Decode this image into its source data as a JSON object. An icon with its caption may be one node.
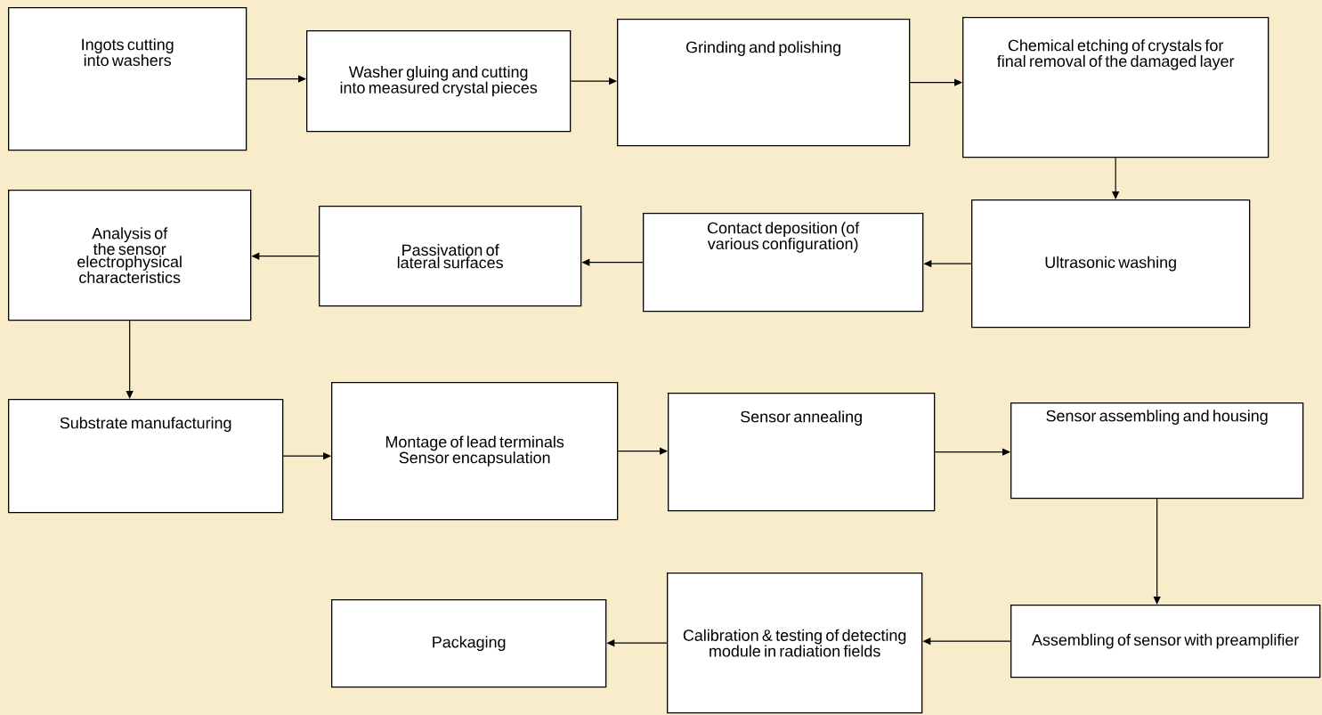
{
  "diagram": {
    "nodes": [
      {
        "text": [
          "Ingots cutting into washers"
        ]
      },
      {
        "text": [
          "Washer gluing and cutting into measured crystal pieces"
        ]
      },
      {
        "text": [
          "Grinding and polishing"
        ]
      },
      {
        "text": [
          "Chemical etching of crystals for final removal of the damaged layer"
        ]
      },
      {
        "text": [
          "Ultrasonic washing"
        ]
      },
      {
        "text": [
          "Contact deposition (of various configuration)"
        ]
      },
      {
        "text": [
          "Passivation of lateral surfaces"
        ]
      },
      {
        "text": [
          "Analysis of the sensor electrophysical characteristics"
        ]
      },
      {
        "text": [
          "Substrate manufacturing"
        ]
      },
      {
        "text": [
          "Montage of lead terminals Sensor encapsulation"
        ]
      },
      {
        "text": [
          "Sensor annealing"
        ]
      },
      {
        "text": [
          "Sensor assembling and housing"
        ]
      },
      {
        "text": [
          "Assembling of sensor with preamplifier"
        ]
      },
      {
        "text": [
          "Calibration & testing of detecting module in radiation fields"
        ]
      },
      {
        "text": [
          "Packaging"
        ]
      }
    ],
    "edges": [
      {
        "from": 0,
        "to": 1,
        "arrow": "to"
      },
      {
        "from": 1,
        "to": 2,
        "arrow": "to"
      },
      {
        "from": 2,
        "to": 3,
        "arrow": "to"
      },
      {
        "from": 3,
        "to": 4,
        "arrow": "to"
      },
      {
        "from": 4,
        "to": 5,
        "arrow": "to"
      },
      {
        "from": 5,
        "to": 6,
        "arrow": "to"
      },
      {
        "from": 6,
        "to": 7,
        "arrow": "to"
      },
      {
        "from": 7,
        "to": 8,
        "arrow": "to"
      },
      {
        "from": 8,
        "to": 9,
        "arrow": "to"
      },
      {
        "from": 9,
        "to": 10,
        "arrow": "to"
      },
      {
        "from": 10,
        "to": 11,
        "arrow": "to"
      },
      {
        "from": 11,
        "to": 12,
        "arrow": "to"
      },
      {
        "from": 12,
        "to": 13,
        "arrow": "to"
      },
      {
        "from": 13,
        "to": 14,
        "arrow": "to"
      }
    ]
  }
}
